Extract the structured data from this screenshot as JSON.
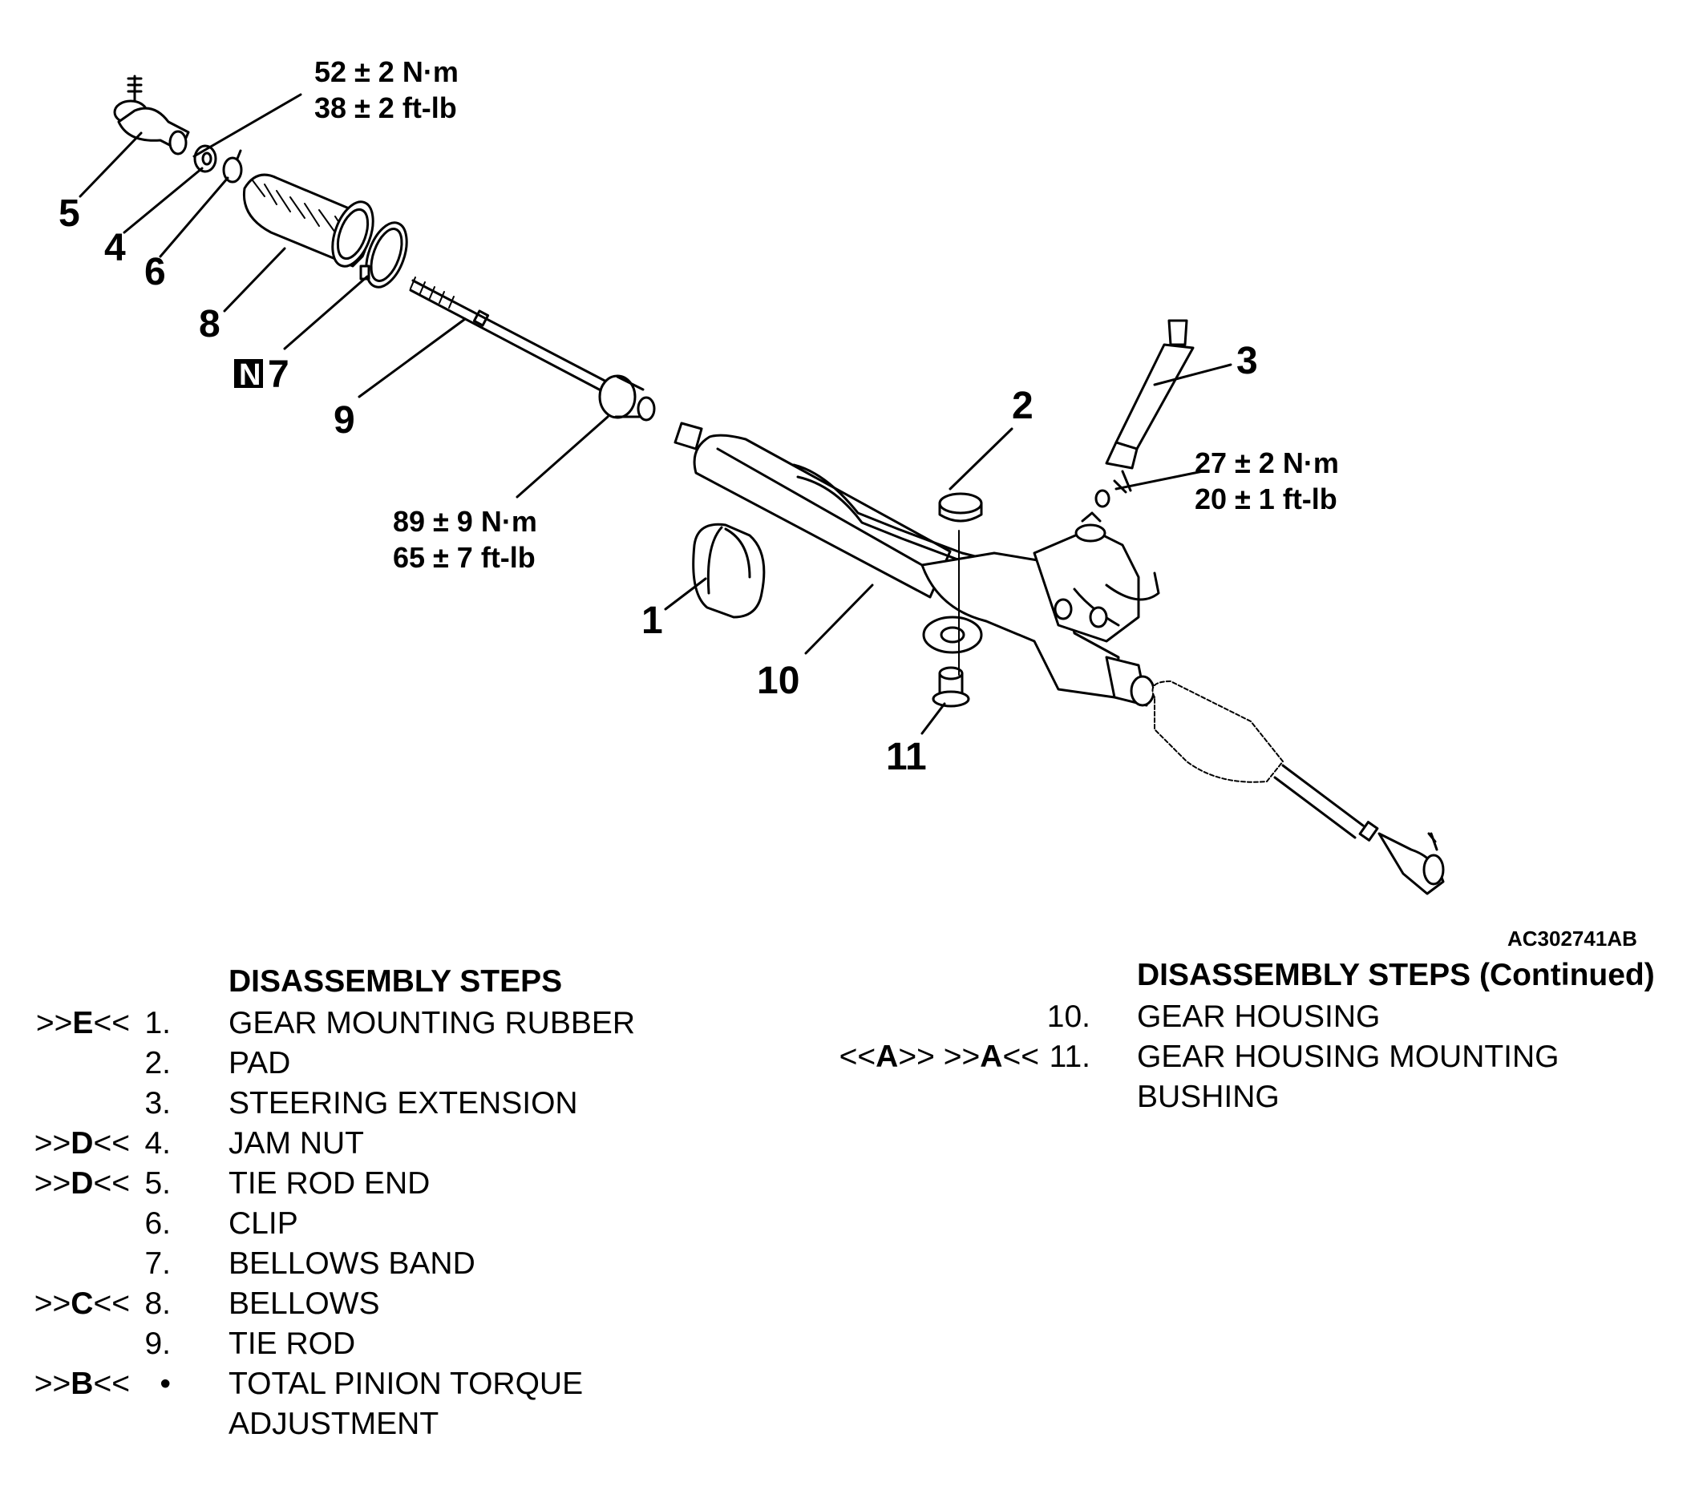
{
  "figure_id": "AC302741AB",
  "callouts": {
    "c1": "1",
    "c2": "2",
    "c3": "3",
    "c4": "4",
    "c5": "5",
    "c6": "6",
    "c7": "7",
    "c7_badge": "N",
    "c8": "8",
    "c9": "9",
    "c10": "10",
    "c11": "11"
  },
  "torques": {
    "t_tierod_end_nm": "52 ± 2 N·m",
    "t_tierod_end_ftlb": "38 ± 2 ft-lb",
    "t_tierod_nm": "89 ± 9 N·m",
    "t_tierod_ftlb": "65 ± 7 ft-lb",
    "t_extension_nm": "27 ± 2 N·m",
    "t_extension_ftlb": "20 ± 1 ft-lb"
  },
  "left_steps": {
    "heading": "DISASSEMBLY STEPS",
    "items": [
      {
        "pre": ">>",
        "letter": "E",
        "post": "<< ",
        "num": "1.",
        "label": "GEAR MOUNTING RUBBER"
      },
      {
        "pre": "",
        "letter": "",
        "post": "",
        "num": "2.",
        "label": "PAD"
      },
      {
        "pre": "",
        "letter": "",
        "post": "",
        "num": "3.",
        "label": "STEERING EXTENSION"
      },
      {
        "pre": ">>",
        "letter": "D",
        "post": "<< ",
        "num": "4.",
        "label": "JAM NUT"
      },
      {
        "pre": ">>",
        "letter": "D",
        "post": "<< ",
        "num": "5.",
        "label": "TIE ROD END"
      },
      {
        "pre": "",
        "letter": "",
        "post": "",
        "num": "6.",
        "label": "CLIP"
      },
      {
        "pre": "",
        "letter": "",
        "post": "",
        "num": "7.",
        "label": "BELLOWS BAND"
      },
      {
        "pre": ">>",
        "letter": "C",
        "post": "<< ",
        "num": "8.",
        "label": "BELLOWS"
      },
      {
        "pre": "",
        "letter": "",
        "post": "",
        "num": "9.",
        "label": "TIE ROD"
      },
      {
        "pre": ">>",
        "letter": "B",
        "post": "<< ",
        "num": "•",
        "label": "TOTAL PINION TORQUE"
      }
    ],
    "continuation": "ADJUSTMENT"
  },
  "right_steps": {
    "heading": "DISASSEMBLY STEPS (Continued)",
    "items": [
      {
        "pre1": "",
        "letter1": "",
        "post1": "",
        "pre2": "",
        "letter2": "",
        "post2": "",
        "num": "10.",
        "label": "GEAR HOUSING"
      },
      {
        "pre1": "<<",
        "letter1": "A",
        "post1": ">> ",
        "pre2": ">>",
        "letter2": "A",
        "post2": "<< ",
        "num": "11.",
        "label": "GEAR HOUSING MOUNTING"
      }
    ],
    "continuation": "BUSHING"
  }
}
